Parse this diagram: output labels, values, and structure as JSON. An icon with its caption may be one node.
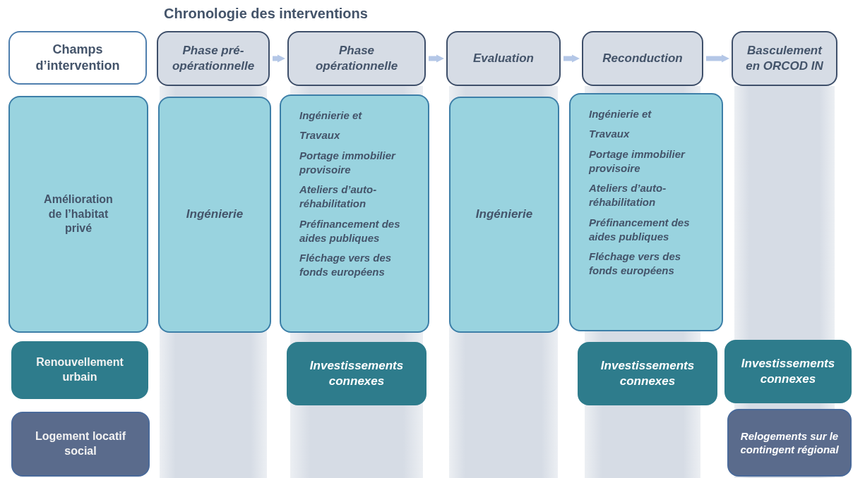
{
  "diagram": {
    "title": "Chronologie des interventions",
    "nodes": [
      {
        "text": [
          "Champs d’intervention"
        ]
      },
      {
        "text": [
          "Phase pré-opérationnelle"
        ]
      },
      {
        "text": [
          "Phase opérationnelle"
        ]
      },
      {
        "text": [
          "Evaluation"
        ]
      },
      {
        "text": [
          "Reconduction"
        ]
      },
      {
        "text": [
          "Basculement en ORCOD IN"
        ]
      },
      {
        "text": [
          "Amélioration de l’habitat privé"
        ]
      },
      {
        "text": [
          "Ingénierie"
        ]
      },
      {
        "text": [
          "Ingénierie et",
          "Travaux",
          "Portage immobilier provisoire",
          "Ateliers d’auto-réhabilitation",
          "Préfinancement des aides publiques",
          "Fléchage vers des fonds européens"
        ]
      },
      {
        "text": [
          "Ingénierie"
        ]
      },
      {
        "text": [
          "Ingénierie et",
          "Travaux",
          "Portage immobilier provisoire",
          "Ateliers d’auto-réhabilitation",
          "Préfinancement des aides publiques",
          "Fléchage vers des fonds européens"
        ]
      },
      {
        "text": [
          "Renouvellement urbain"
        ]
      },
      {
        "text": [
          "Investissements connexes"
        ]
      },
      {
        "text": [
          "Investissements connexes"
        ]
      },
      {
        "text": [
          "Investissements connexes"
        ]
      },
      {
        "text": [
          "Logement locatif social"
        ]
      },
      {
        "text": [
          "Relogements sur le contingent régional"
        ]
      }
    ],
    "edges": [
      {
        "from": 1,
        "to": 2,
        "arrow": "to"
      },
      {
        "from": 2,
        "to": 3,
        "arrow": "to"
      },
      {
        "from": 3,
        "to": 4,
        "arrow": "to"
      },
      {
        "from": 4,
        "to": 5,
        "arrow": "to"
      }
    ]
  }
}
